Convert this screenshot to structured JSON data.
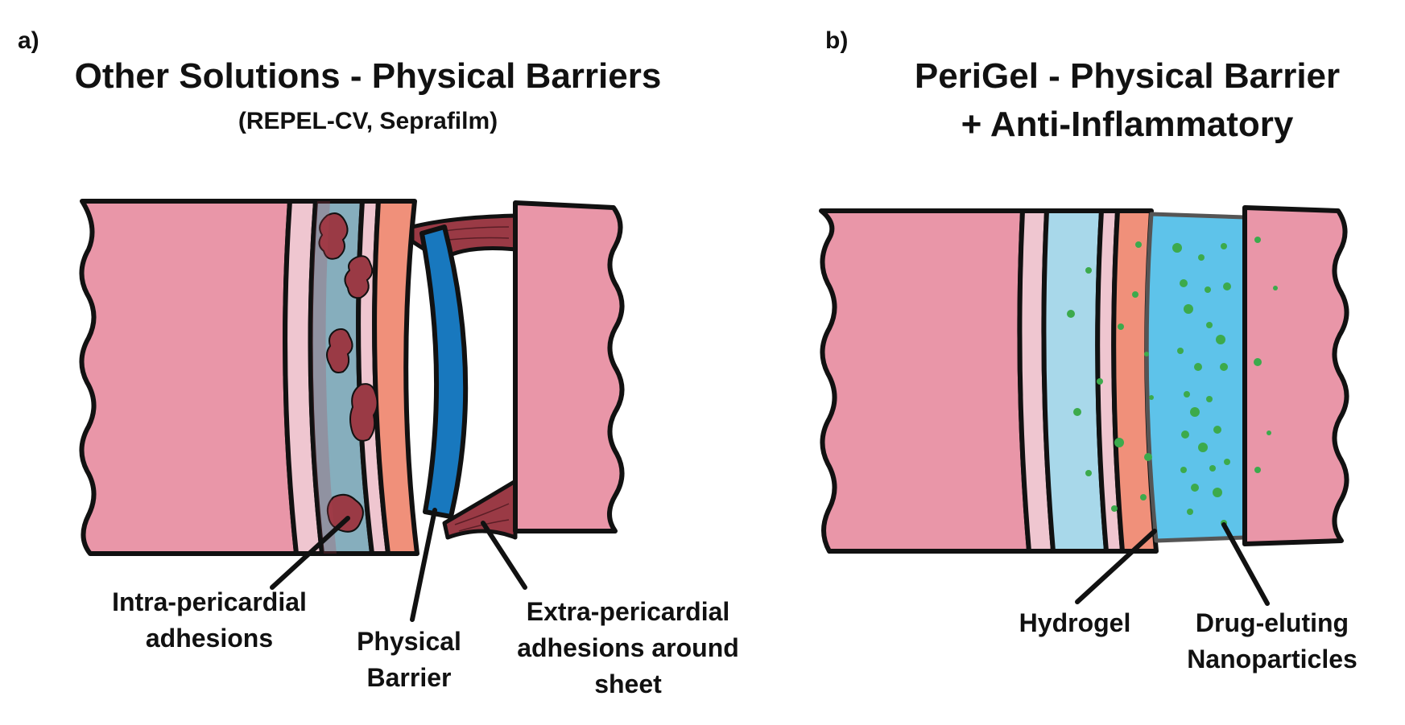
{
  "panel_a": {
    "letter": "a)",
    "title": "Other Solutions - Physical Barriers",
    "subtitle": "(REPEL-CV, Seprafilm)",
    "labels": {
      "intra_line1": "Intra-pericardial",
      "intra_line2": "adhesions",
      "barrier_line1": "Physical",
      "barrier_line2": "Barrier",
      "extra_line1": "Extra-pericardial",
      "extra_line2": "adhesions around",
      "extra_line3": "sheet"
    }
  },
  "panel_b": {
    "letter": "b)",
    "title_line1": "PeriGel - Physical Barrier",
    "title_line2": "+ Anti-Inflammatory",
    "labels": {
      "hydrogel": "Hydrogel",
      "drug_line1": "Drug-eluting",
      "drug_line2": "Nanoparticles"
    }
  },
  "colors": {
    "tissue_pink": "#e996a8",
    "light_pink": "#efc6d0",
    "pericardial_fluid": "#86aebd",
    "orange_layer": "#f0907a",
    "barrier_blue": "#1878be",
    "adhesion_red": "#9a3a45",
    "hydrogel_light_blue": "#a8d8ea",
    "gel_blue": "#5ec3ea",
    "nanoparticle_green": "#3caa4c",
    "outline": "#111111"
  }
}
